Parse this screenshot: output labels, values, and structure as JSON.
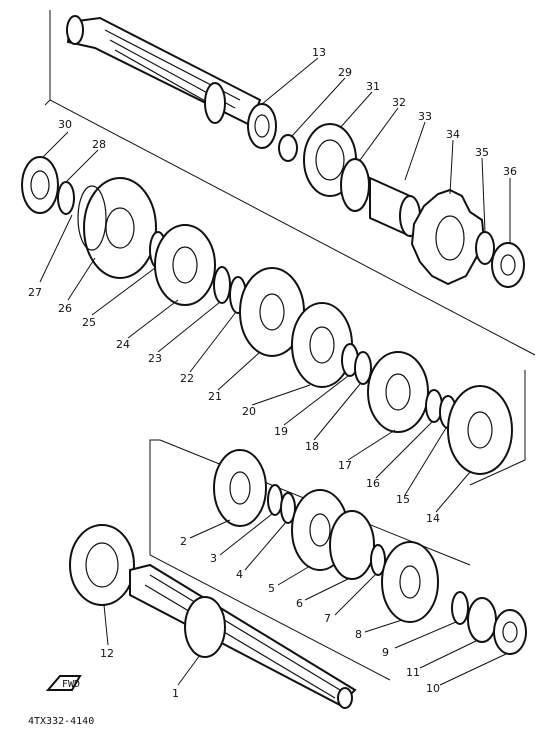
{
  "figure": {
    "part_code": "4TX332-4140",
    "labels": [
      "1",
      "2",
      "3",
      "4",
      "5",
      "6",
      "7",
      "8",
      "9",
      "10",
      "11",
      "12",
      "13",
      "14",
      "15",
      "16",
      "17",
      "18",
      "19",
      "20",
      "21",
      "22",
      "23",
      "24",
      "25",
      "26",
      "27",
      "28",
      "29",
      "30",
      "31",
      "32",
      "33",
      "34",
      "35",
      "36"
    ]
  }
}
